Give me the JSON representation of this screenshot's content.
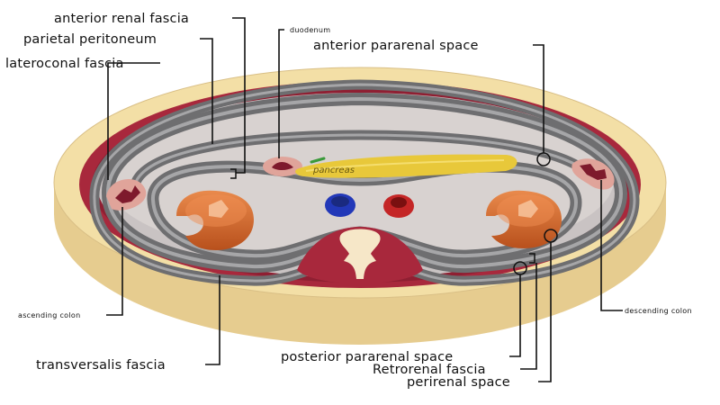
{
  "labels": {
    "anterior_renal_fascia": "anterior renal fascia",
    "parietal_peritoneum": "parietal peritoneum",
    "lateroconal_fascia": "lateroconal fascia",
    "duodenum": "duodenum",
    "anterior_pararenal_space": "anterior pararenal space",
    "pancreas": "pancreas",
    "ascending_colon": "ascending colon",
    "descending_colon": "descending colon",
    "transversalis_fascia": "transversalis fascia",
    "posterior_pararenal_space": "posterior pararenal space",
    "retrorenal_fascia": "Retrorenal fascia",
    "perirenal_space": "perirenal space"
  },
  "colors": {
    "skin": "#f3dfa6",
    "skin_side": "#e3c88c",
    "muscle": "#a8283c",
    "muscle_dark": "#7e1a2c",
    "cavity": "#c5bdbd",
    "fascia": "#6e6e70",
    "fascia_light": "#a2a2a4",
    "kidney": "#d8692c",
    "pancreas": "#e8c83a",
    "ivc": "#2238b8",
    "aorta": "#c42626",
    "vertebra": "#f6e7c8",
    "label_text": "#111111"
  }
}
